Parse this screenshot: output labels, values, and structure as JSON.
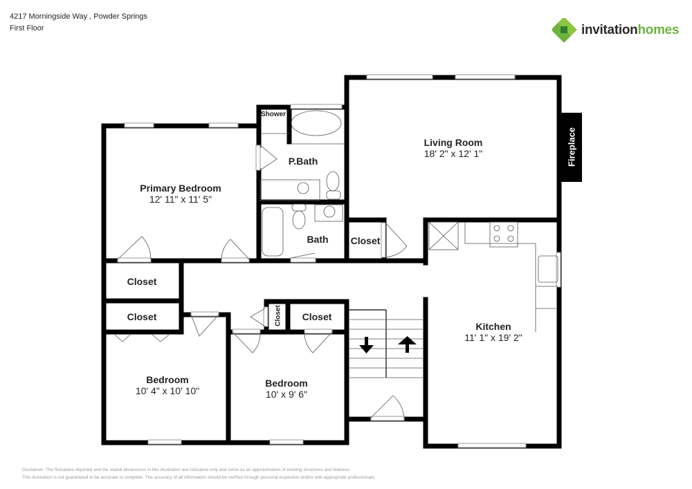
{
  "header": {
    "address": "4217 Morningside Way , Powder Springs",
    "floor": "First Floor"
  },
  "logo": {
    "icon": "invitation-homes-logo-icon",
    "text_primary": "invitation",
    "text_secondary": "homes",
    "colors": {
      "light_green": "#8cc63f",
      "green": "#6db33f",
      "dark_green": "#2e7d32",
      "text": "#2a2a2a"
    }
  },
  "rooms": {
    "living_room": {
      "name": "Living Room",
      "dims": "18' 2\" x 12' 1\""
    },
    "primary_bedroom": {
      "name": "Primary Bedroom",
      "dims": "12' 11\" x 11' 5\""
    },
    "p_bath": {
      "name": "P.Bath"
    },
    "shower": {
      "name": "Shower"
    },
    "bath": {
      "name": "Bath"
    },
    "closet_hall": {
      "name": "Closet"
    },
    "closet_left_1": {
      "name": "Closet"
    },
    "closet_left_2": {
      "name": "Closet"
    },
    "closet_small_vertical": {
      "name": "Closet"
    },
    "closet_mid": {
      "name": "Closet"
    },
    "fireplace": {
      "name": "Fireplace"
    },
    "kitchen": {
      "name": "Kitchen",
      "dims": "11' 1\" x 19' 2\""
    },
    "bedroom_left": {
      "name": "Bedroom",
      "dims": "10' 4\" x 10' 10\""
    },
    "bedroom_mid": {
      "name": "Bedroom",
      "dims": "10' x 9' 6\""
    }
  },
  "stairs": {
    "down_icon": "arrow-down-icon",
    "up_icon": "arrow-up-icon"
  },
  "disclaimer": {
    "line1": "Disclaimer: The floorplans depicted and the stated dimensions in this illustration are indicative only and serve as an approximation of existing structures and features.",
    "line2": "This illustration is not guaranteed to be accurate or complete. The accuracy of all information should be verified through personal inspection and/or with appropriate professionals."
  }
}
